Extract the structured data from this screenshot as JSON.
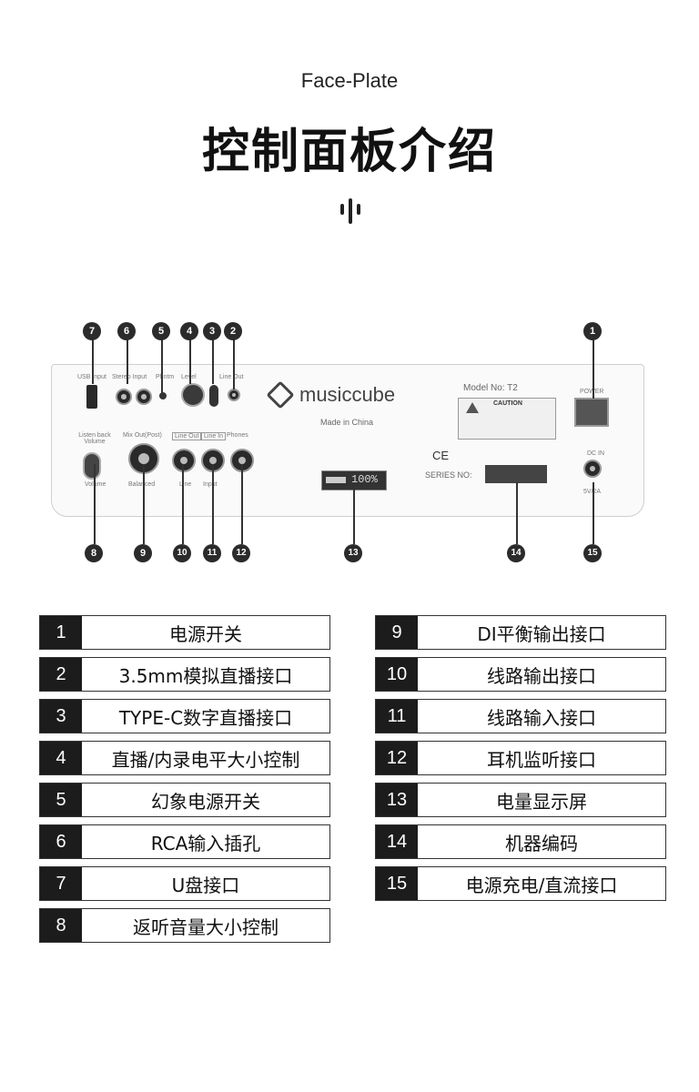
{
  "header": {
    "subtitle": "Face-Plate",
    "title": "控制面板介绍"
  },
  "device": {
    "brand": "musiccube",
    "made_in": "Made in China",
    "model": "Model No: T2",
    "caution": "CAUTION",
    "series": "SERIES NO:",
    "ce": "CE",
    "battery": "100%",
    "labels": {
      "usb_input": "USB Input",
      "stereo_input": "Stereo Input",
      "phantom": "Phntm",
      "level": "Level",
      "line_out_top": "Line Out",
      "listen_back": "Listen back Volume",
      "mix": "Mix Out(Post)",
      "line_out_box": "Line Out",
      "line_in_box": "Line In",
      "phones": "Phones",
      "volume": "Volume",
      "balanced": "Balanced",
      "line": "Line",
      "input": "Input",
      "power": "POWER",
      "dc_in": "DC IN",
      "dc_spec": "5V/2A"
    }
  },
  "callouts": {
    "top": [
      "7",
      "6",
      "5",
      "4",
      "3",
      "2",
      "1"
    ],
    "bottom": [
      "8",
      "9",
      "10",
      "11",
      "12",
      "13",
      "14",
      "15"
    ]
  },
  "legend": {
    "left": [
      {
        "num": "1",
        "text": "电源开关"
      },
      {
        "num": "2",
        "text": "3.5mm模拟直播接口"
      },
      {
        "num": "3",
        "text": "TYPE-C数字直播接口"
      },
      {
        "num": "4",
        "text": "直播/内录电平大小控制"
      },
      {
        "num": "5",
        "text": "幻象电源开关"
      },
      {
        "num": "6",
        "text": "RCA输入插孔"
      },
      {
        "num": "7",
        "text": "U盘接口"
      },
      {
        "num": "8",
        "text": "返听音量大小控制"
      }
    ],
    "right": [
      {
        "num": "9",
        "text": "DI平衡输出接口"
      },
      {
        "num": "10",
        "text": "线路输出接口"
      },
      {
        "num": "11",
        "text": "线路输入接口"
      },
      {
        "num": "12",
        "text": "耳机监听接口"
      },
      {
        "num": "13",
        "text": "电量显示屏"
      },
      {
        "num": "14",
        "text": "机器编码"
      },
      {
        "num": "15",
        "text": "电源充电/直流接口"
      }
    ]
  }
}
